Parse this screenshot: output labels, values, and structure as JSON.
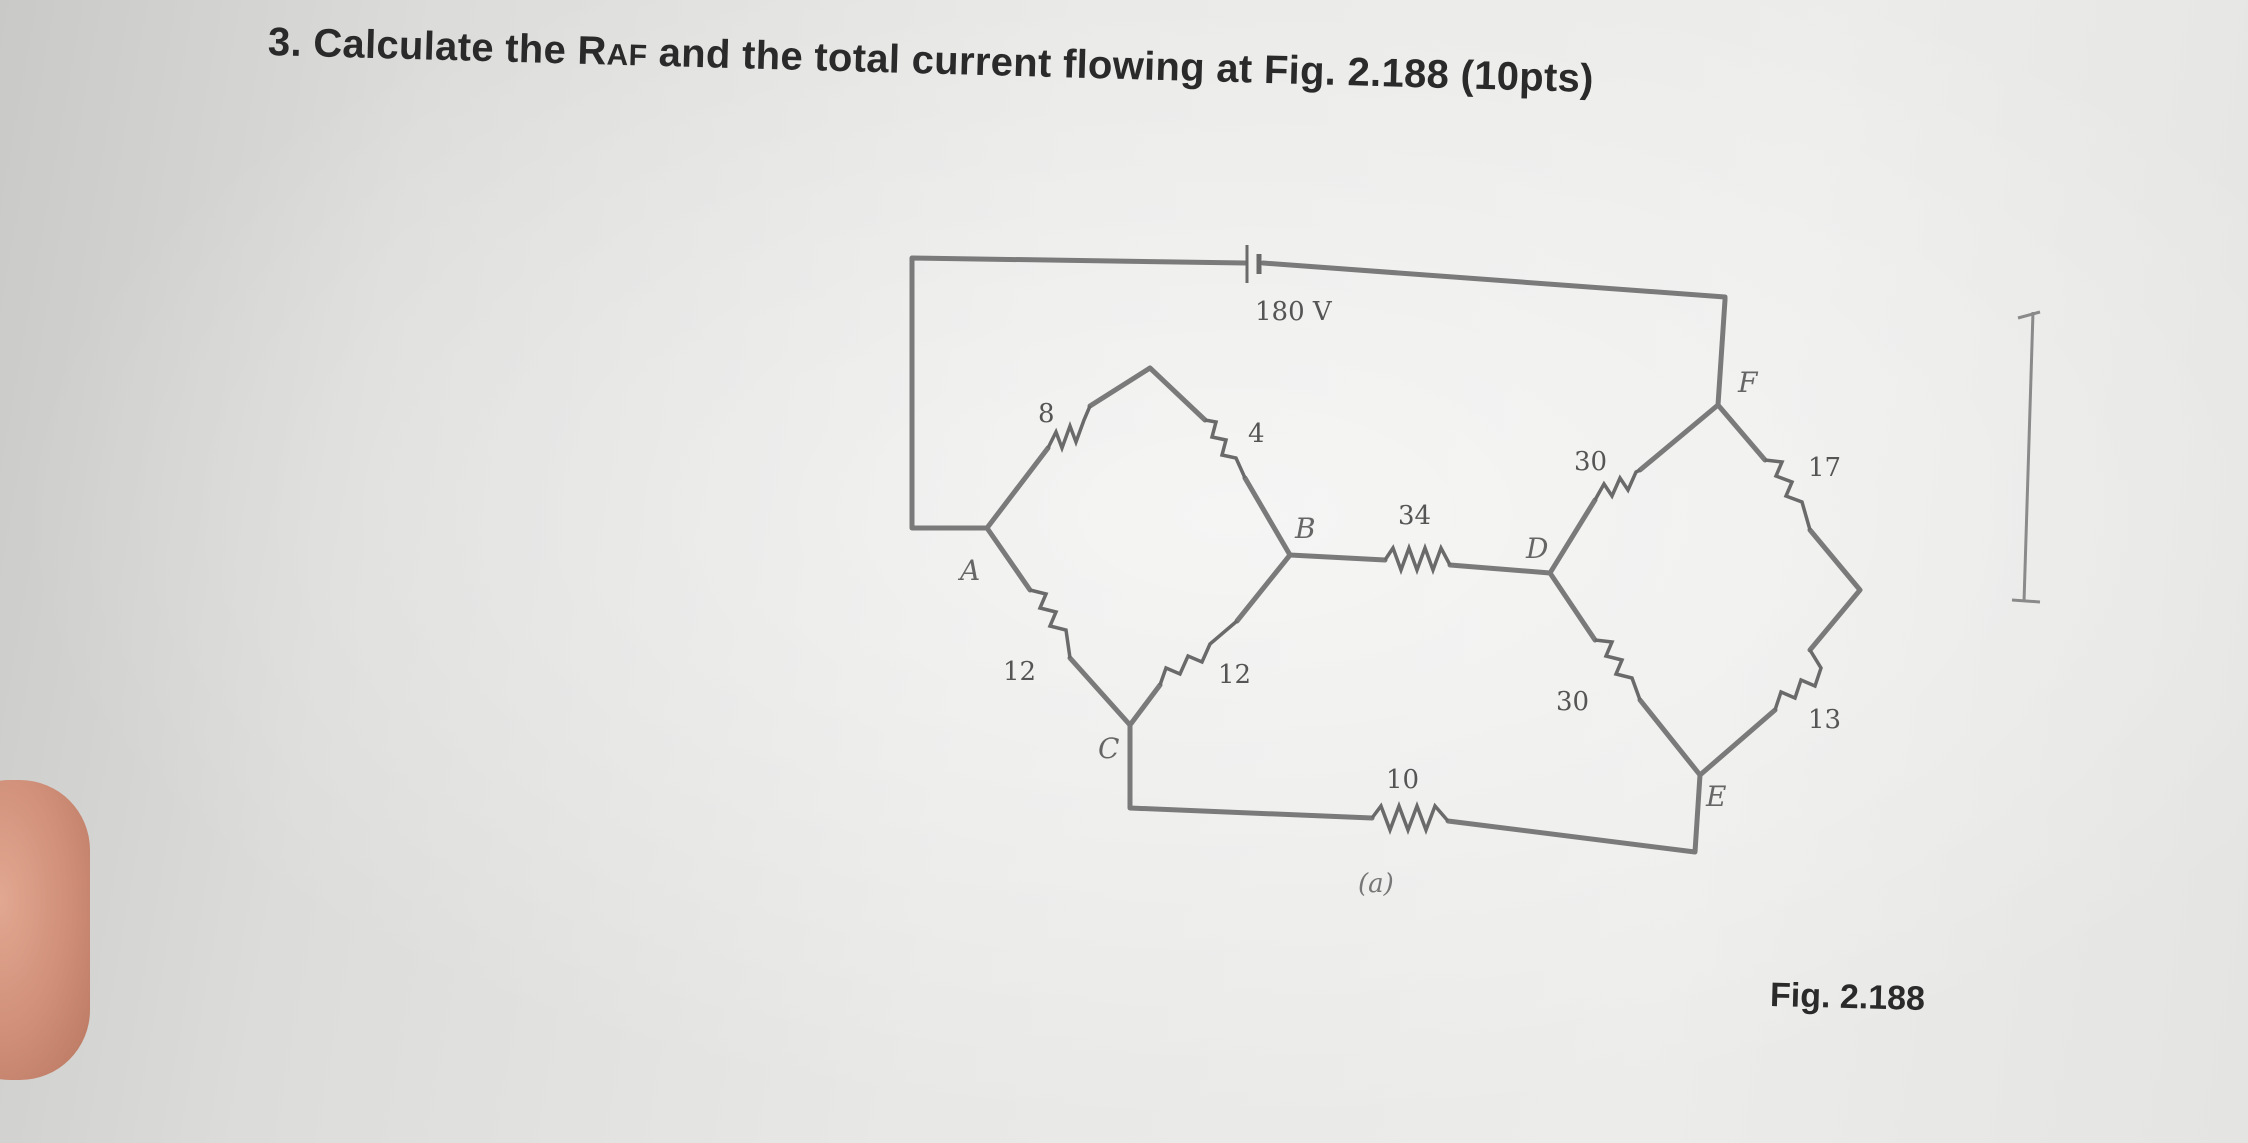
{
  "question": {
    "prefix": "3. Calculate the R",
    "subscript": "AF",
    "suffix": " and the total current flowing at Fig. 2.188 (10pts)"
  },
  "figure_caption": "Fig. 2.188",
  "circuit": {
    "source_label": "180 V",
    "sub_caption": "(a)",
    "nodes": [
      "A",
      "B",
      "C",
      "D",
      "E",
      "F"
    ],
    "resistors": {
      "r_top_left": "8",
      "r_top_right": "4",
      "r_bottom_left": "12",
      "r_bottom_right": "12",
      "r_bd": "34",
      "r_ce": "10",
      "r_df": "30",
      "r_de": "30",
      "r_f_right": "17",
      "r_e_right": "13"
    }
  }
}
